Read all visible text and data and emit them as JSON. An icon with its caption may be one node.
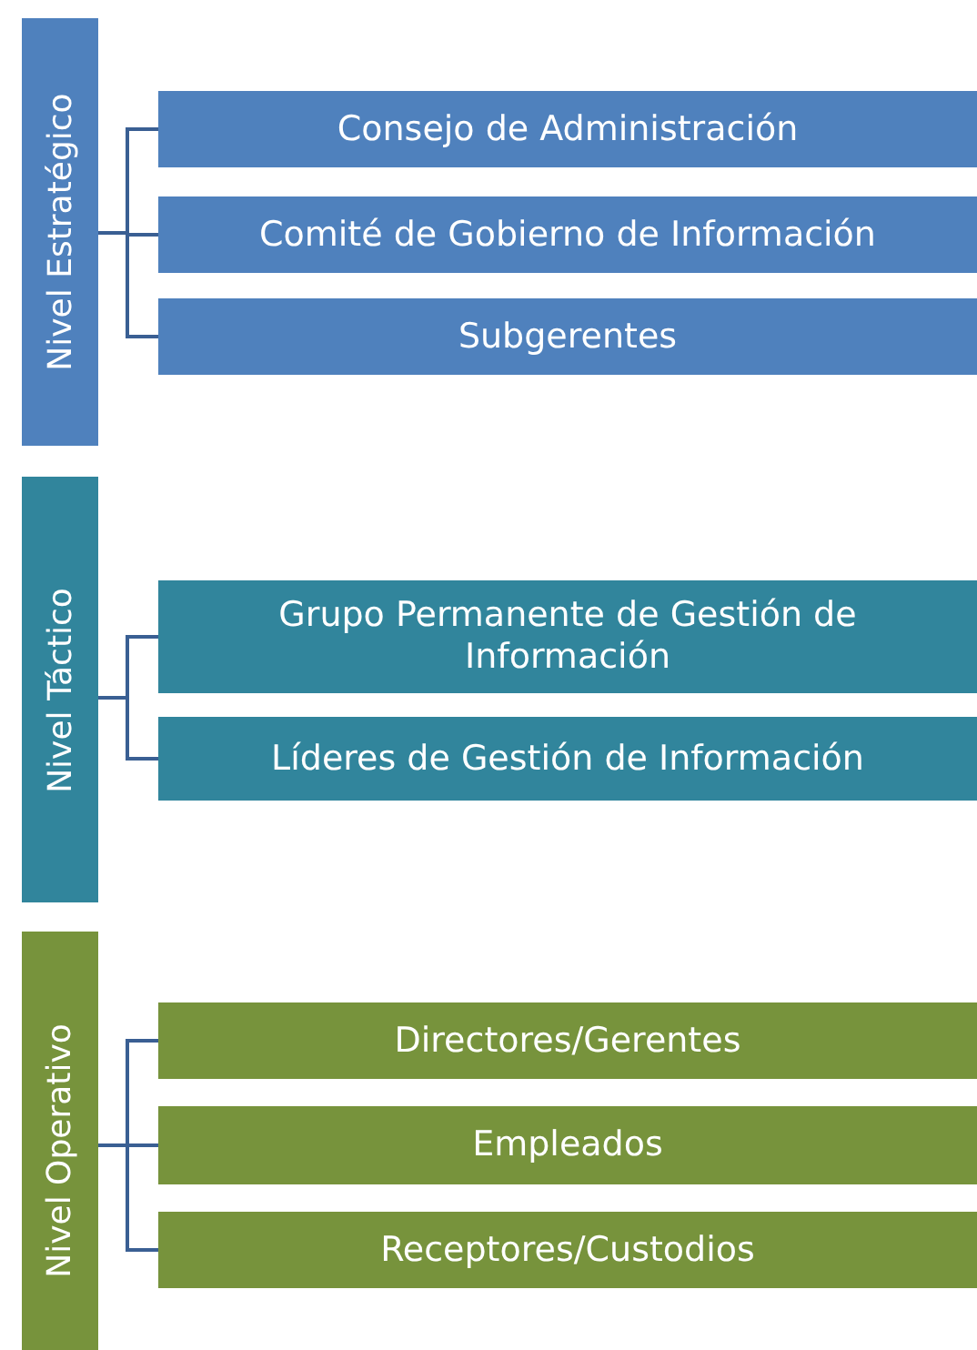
{
  "diagram": {
    "nodes": [
      {
        "text": [
          "Nivel Estratégico"
        ]
      },
      {
        "text": [
          "Consejo de Administración"
        ]
      },
      {
        "text": [
          "Comité de Gobierno de Información"
        ]
      },
      {
        "text": [
          "Subgerentes"
        ]
      },
      {
        "text": [
          "Nivel Táctico"
        ]
      },
      {
        "text": [
          "Grupo Permanente de Gestión de Información"
        ]
      },
      {
        "text": [
          "Líderes de Gestión de Información"
        ]
      },
      {
        "text": [
          "Nivel Operativo"
        ]
      },
      {
        "text": [
          "Directores/Gerentes"
        ]
      },
      {
        "text": [
          "Empleados"
        ]
      },
      {
        "text": [
          "Receptores/Custodios"
        ]
      }
    ],
    "edges": [
      {
        "from": 0,
        "to": 1,
        "arrow": "none"
      },
      {
        "from": 0,
        "to": 2,
        "arrow": "none"
      },
      {
        "from": 0,
        "to": 3,
        "arrow": "none"
      },
      {
        "from": 4,
        "to": 5,
        "arrow": "none"
      },
      {
        "from": 4,
        "to": 6,
        "arrow": "none"
      },
      {
        "from": 7,
        "to": 8,
        "arrow": "none"
      },
      {
        "from": 7,
        "to": 9,
        "arrow": "none"
      },
      {
        "from": 7,
        "to": 10,
        "arrow": "none"
      }
    ]
  }
}
